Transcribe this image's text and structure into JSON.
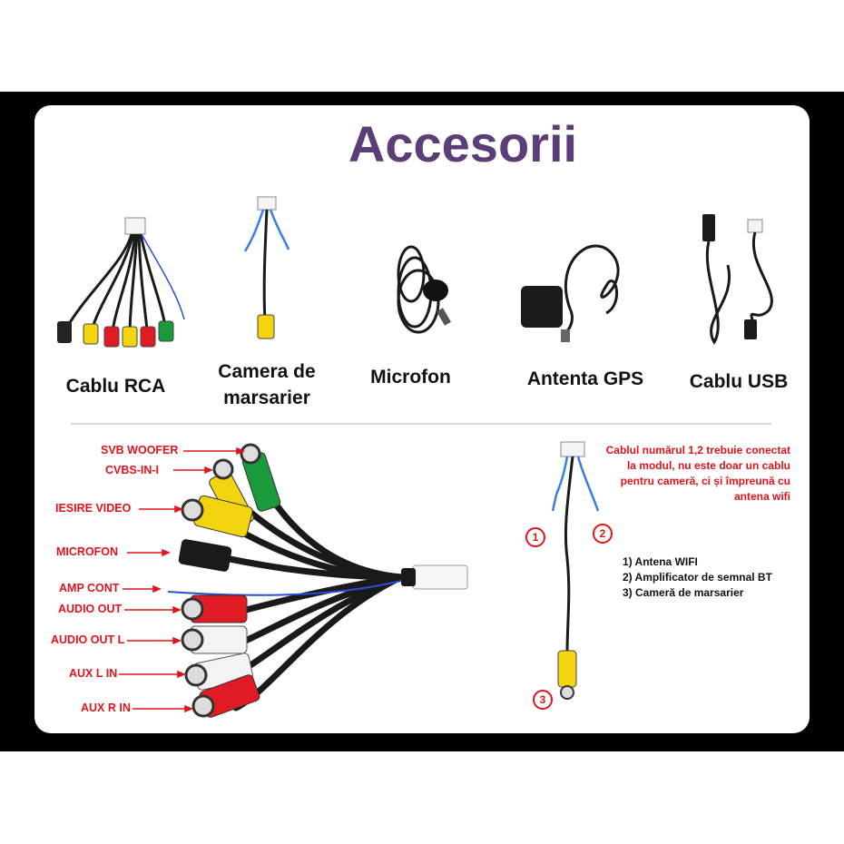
{
  "title": "Accesorii",
  "products": [
    {
      "label": "Cablu RCA"
    },
    {
      "label": "Camera de marsarier"
    },
    {
      "label": "Microfon"
    },
    {
      "label": "Antenta GPS"
    },
    {
      "label": "Cablu USB"
    }
  ],
  "rca_labels": [
    "SVB WOOFER",
    "CVBS-IN-I",
    "IESIRE VIDEO",
    "MICROFON",
    "AMP CONT",
    "AUDIO OUT",
    "AUDIO OUT L",
    "AUX L IN",
    "AUX R IN"
  ],
  "camera_note": "Cablul numărul 1,2 trebuie conectat la modul, nu este doar un cablu pentru cameră, ci și împreună cu antena wifi",
  "camera_list": [
    "1) Antena WIFI",
    "2) Amplificator de semnal BT",
    "3) Cameră de marsarier"
  ],
  "markers": [
    "1",
    "2",
    "3"
  ],
  "colors": {
    "title": "#5b3d78",
    "label": "#e0141c",
    "band": "#000000"
  }
}
